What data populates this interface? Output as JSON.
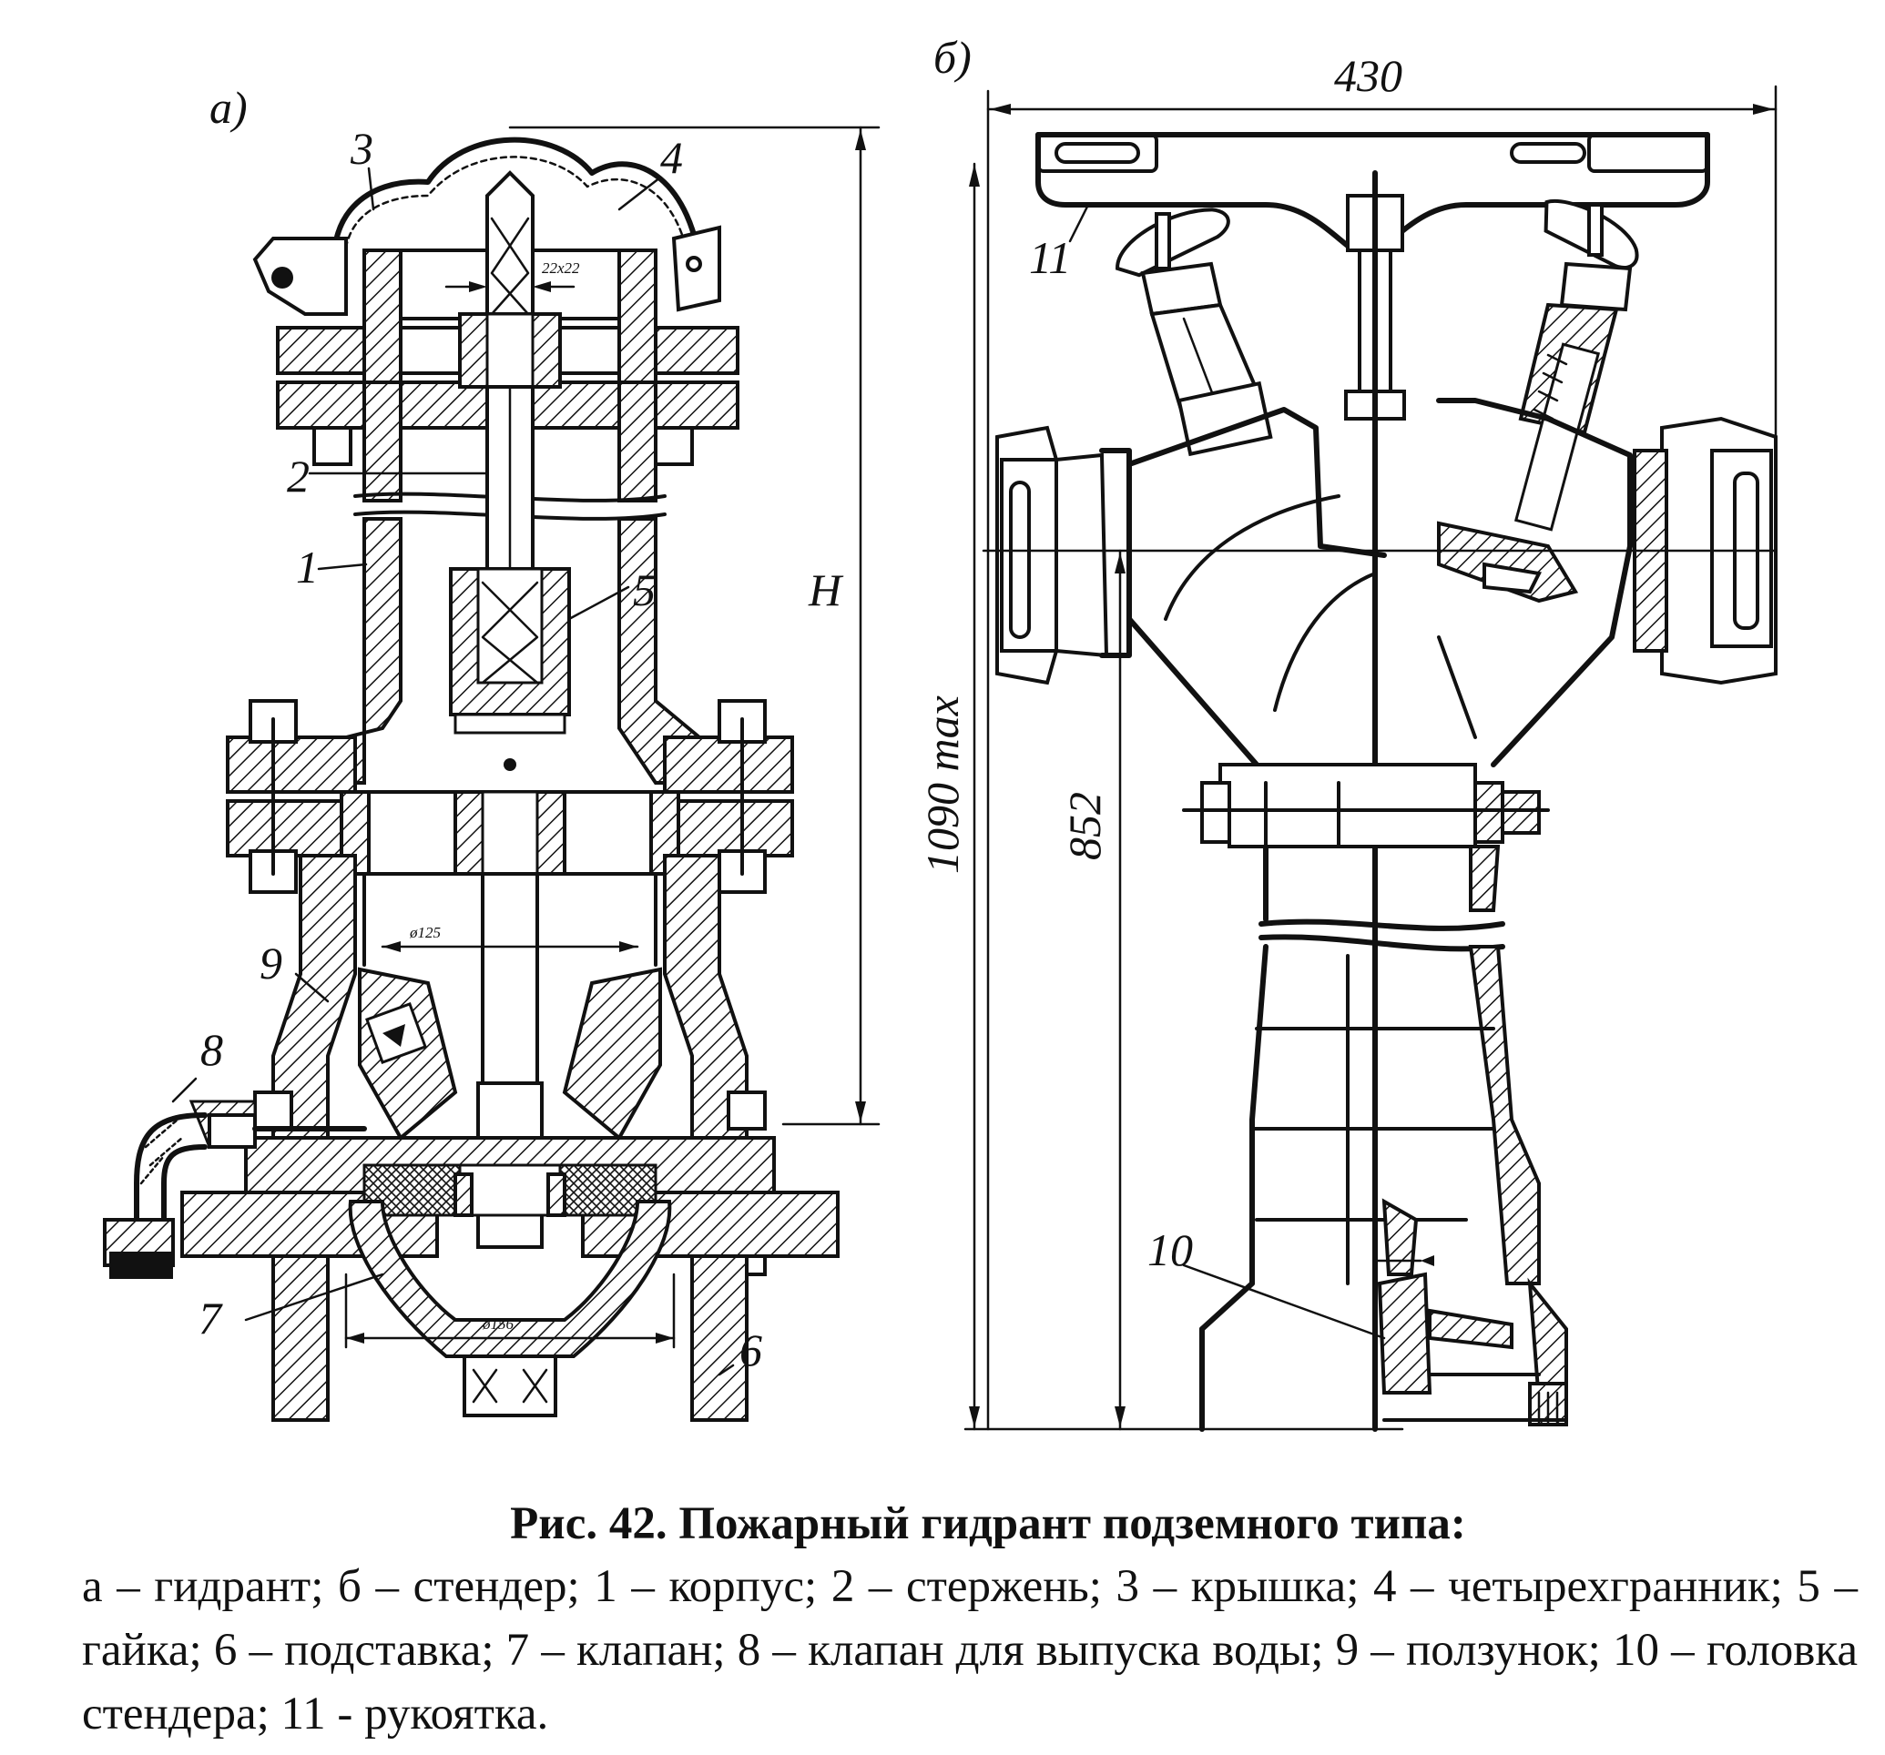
{
  "figure": {
    "panel_a_label": "а)",
    "panel_b_label": "б)",
    "part_labels": {
      "p1": "1",
      "p2": "2",
      "p3": "3",
      "p4": "4",
      "p5": "5",
      "p6": "6",
      "p7": "7",
      "p8": "8",
      "p9": "9",
      "p10": "10",
      "p11": "11"
    },
    "dimensions": {
      "width_top": "430",
      "height_max": "1090 max",
      "height_outlet": "852",
      "height_h": "H",
      "square_key": "22x22",
      "bore_diameter": "ø125",
      "valve_diameter": "ø156"
    }
  },
  "caption": {
    "title": "Рис. 42. Пожарный гидрант подземного типа:",
    "line1": "а – гидрант; б – стендер; 1 – корпус; 2 – стержень; 3 – крышка;",
    "line2": "4 – четырехгранник; 5 – гайка; 6 – подставка; 7 – клапан; 8 – клапан для",
    "line3": "выпуска воды; 9 – ползунок; 10 – головка стендера; 11 - рукоятка."
  }
}
